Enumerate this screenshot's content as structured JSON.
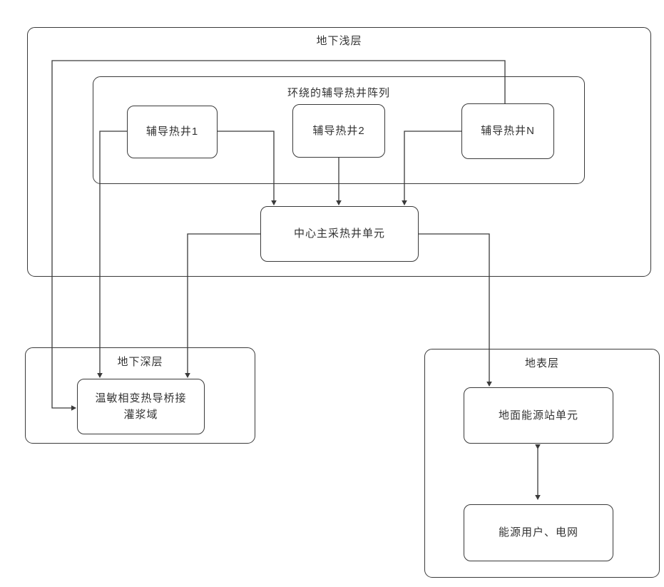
{
  "diagram": {
    "layers": {
      "shallow": {
        "label": "地下浅层"
      },
      "array": {
        "label": "环绕的辅导热井阵列"
      },
      "deep": {
        "label": "地下深层"
      },
      "surface": {
        "label": "地表层"
      }
    },
    "nodes": {
      "well1": {
        "label": "辅导热井1"
      },
      "well2": {
        "label": "辅导热井2"
      },
      "wellN": {
        "label": "辅导热井N"
      },
      "center": {
        "label": "中心主采热井单元"
      },
      "grout": {
        "label": "温敏相变热导桥接灌浆域"
      },
      "station": {
        "label": "地面能源站单元"
      },
      "users": {
        "label": "能源用户、电网"
      }
    },
    "edges": [
      {
        "from": "辅导热井1",
        "to": "中心主采热井单元",
        "type": "arrow"
      },
      {
        "from": "辅导热井2",
        "to": "中心主采热井单元",
        "type": "arrow"
      },
      {
        "from": "辅导热井N",
        "to": "中心主采热井单元",
        "type": "arrow"
      },
      {
        "from": "辅导热井1",
        "to": "温敏相变热导桥接灌浆域",
        "type": "arrow"
      },
      {
        "from": "辅导热井N",
        "to": "温敏相变热导桥接灌浆域",
        "type": "arrow"
      },
      {
        "from": "中心主采热井单元",
        "to": "温敏相变热导桥接灌浆域",
        "type": "arrow"
      },
      {
        "from": "中心主采热井单元",
        "to": "地面能源站单元",
        "type": "arrow"
      },
      {
        "from": "地面能源站单元",
        "to": "能源用户、电网",
        "type": "double-arrow"
      }
    ],
    "colors": {
      "line": "#3a3a3a",
      "text": "#333333",
      "background": "#ffffff"
    }
  }
}
